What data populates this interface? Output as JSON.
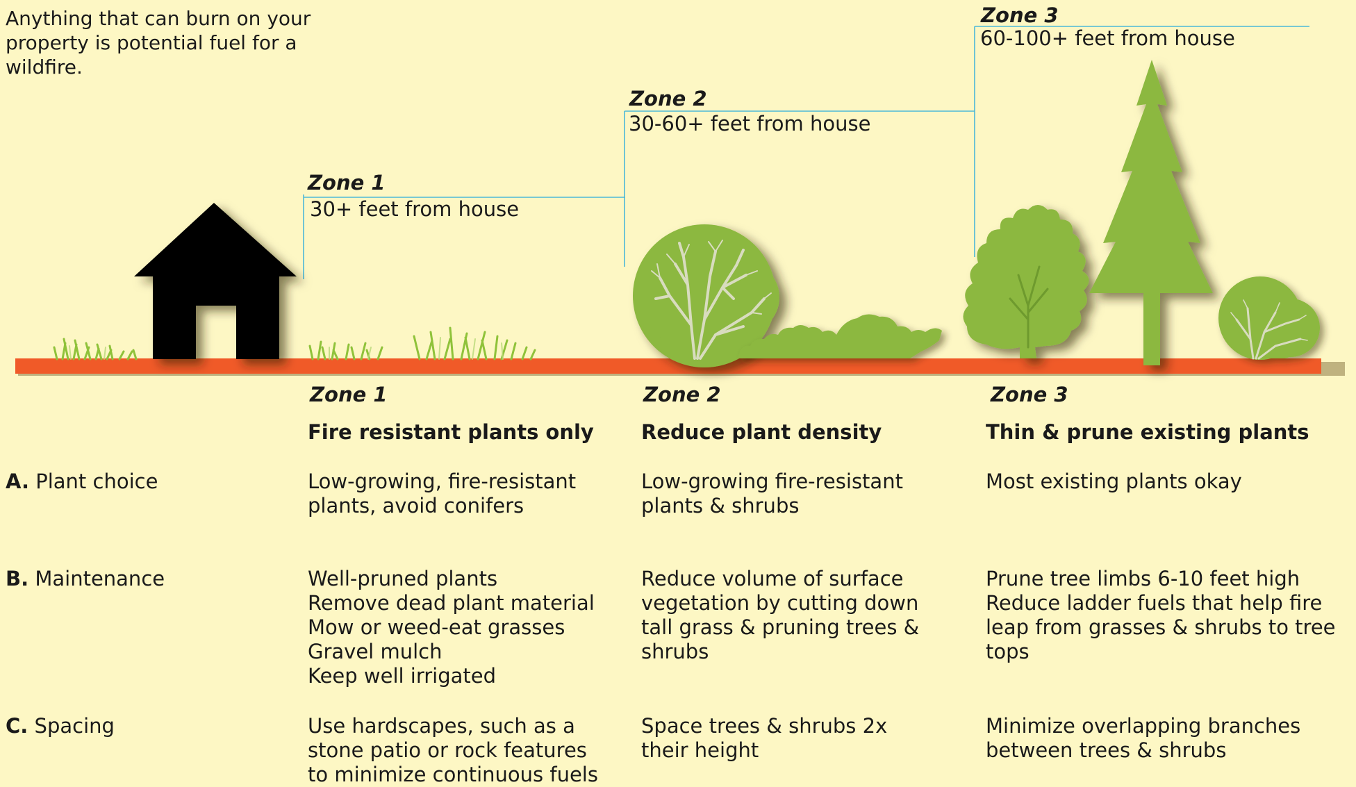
{
  "intro": "Anything that can burn on your property is potential fuel for a wildfire.",
  "zones": [
    {
      "label": "Zone 1",
      "distance": "30+ feet from house"
    },
    {
      "label": "Zone 2",
      "distance": "30-60+ feet from house"
    },
    {
      "label": "Zone 3",
      "distance": "60-100+ feet from house"
    }
  ],
  "table": {
    "columns": [
      {
        "zone": "Zone 1",
        "heading": "Fire resistant plants only"
      },
      {
        "zone": "Zone 2",
        "heading": "Reduce plant density"
      },
      {
        "zone": "Zone 3",
        "heading": "Thin & prune existing plants"
      }
    ],
    "rows": [
      {
        "letter": "A.",
        "name": "Plant choice",
        "cells": [
          "Low-growing, fire-resistant\nplants, avoid conifers",
          "Low-growing fire-resistant\nplants & shrubs",
          "Most existing plants okay"
        ]
      },
      {
        "letter": "B.",
        "name": "Maintenance",
        "cells": [
          "Well-pruned plants\nRemove dead plant material\nMow or weed-eat grasses\nGravel mulch\nKeep well irrigated",
          "Reduce volume of surface\nvegetation by cutting down\ntall grass & pruning trees &\nshrubs",
          "Prune tree limbs 6-10 feet high\nReduce ladder fuels that help fire\nleap from grasses & shrubs to tree\ntops"
        ]
      },
      {
        "letter": "C.",
        "name": "Spacing",
        "cells": [
          "Use hardscapes, such as a\nstone patio or rock features\nto minimize continuous fuels",
          "Space trees & shrubs 2x\ntheir height",
          "Minimize overlapping branches\nbetween trees & shrubs"
        ]
      }
    ]
  },
  "colors": {
    "background": "#fdf7c4",
    "ground": "#f05a28",
    "foliage": "#8cb840",
    "foliage_dark": "#6e9a2e",
    "branches": "#d8dcbf",
    "house": "#000000",
    "guide_lines": "#4cb8d8",
    "grass": "#8fc23a"
  },
  "icons": [
    "house-icon",
    "grass-icon",
    "deciduous-shrub-icon",
    "low-shrub-icon",
    "bushy-tree-icon",
    "conifer-tree-icon",
    "small-shrub-icon"
  ]
}
